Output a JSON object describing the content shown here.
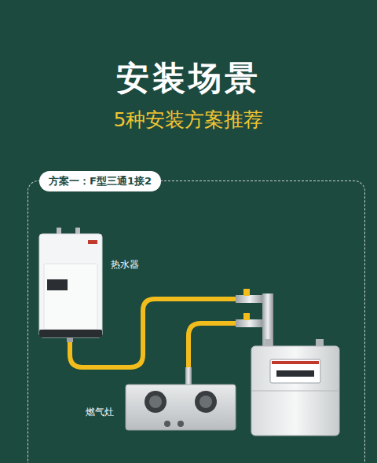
{
  "diagram": {
    "title": "安装场景",
    "nodes": [
      {
        "text": [
          "方案一：F型三通1接2"
        ]
      },
      {
        "text": [
          "热水器"
        ],
        "in": 0
      },
      {
        "text": [
          "燃气灶"
        ],
        "in": 0
      }
    ],
    "edges": [],
    "labels": [
      "5种安装方案推荐"
    ]
  }
}
